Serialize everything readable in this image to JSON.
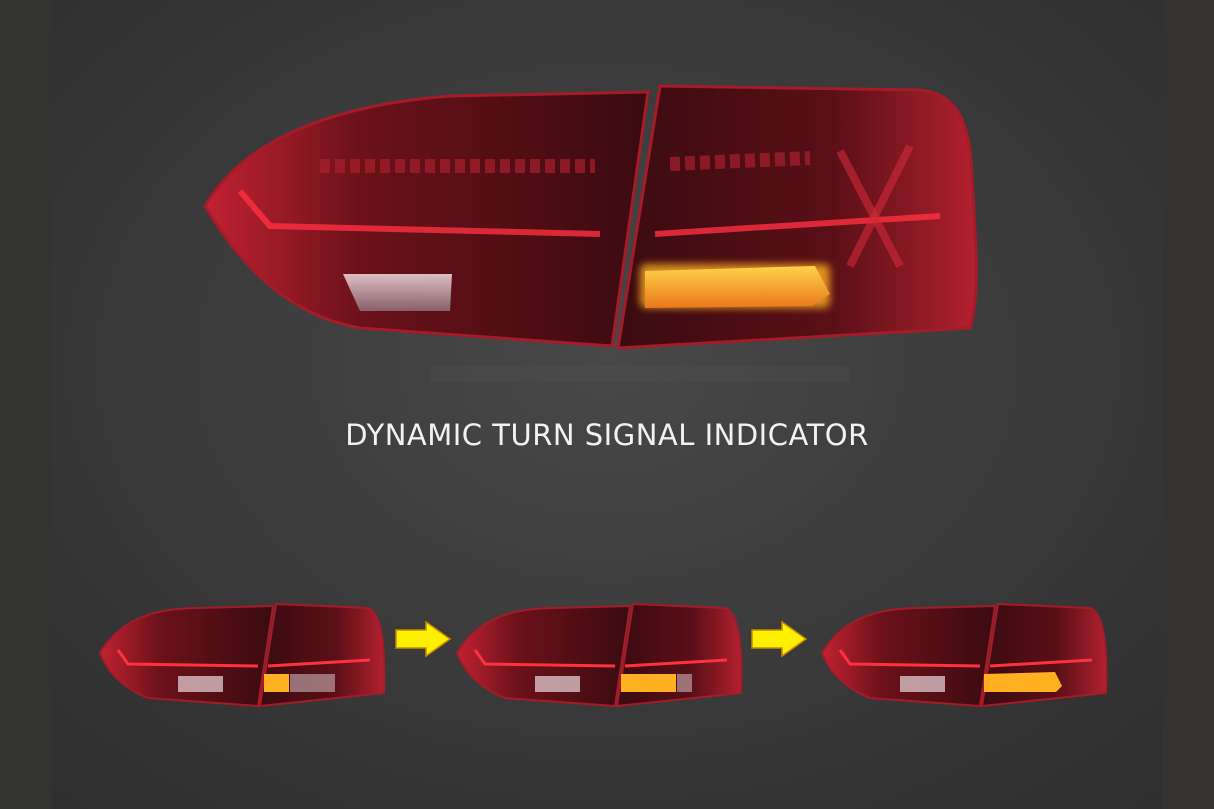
{
  "caption": "DYNAMIC TURN SIGNAL INDICATOR",
  "colors": {
    "background": "#3a3a3a",
    "lens_red": "#9e1a24",
    "lens_dark": "#3a0b10",
    "signal_amber": "#f7a21b",
    "arrow_yellow": "#ffef00",
    "text": "#f2f2f2"
  },
  "hero_image": {
    "alt": "LED tail light assembly with amber turn signal lit"
  },
  "sequence": [
    {
      "step": 1,
      "alt": "Tail light, turn signal 1/3 lit"
    },
    {
      "step": 2,
      "alt": "Tail light, turn signal 2/3 lit"
    },
    {
      "step": 3,
      "alt": "Tail light, turn signal fully lit"
    }
  ],
  "arrows": [
    "arrow-right-icon",
    "arrow-right-icon"
  ]
}
